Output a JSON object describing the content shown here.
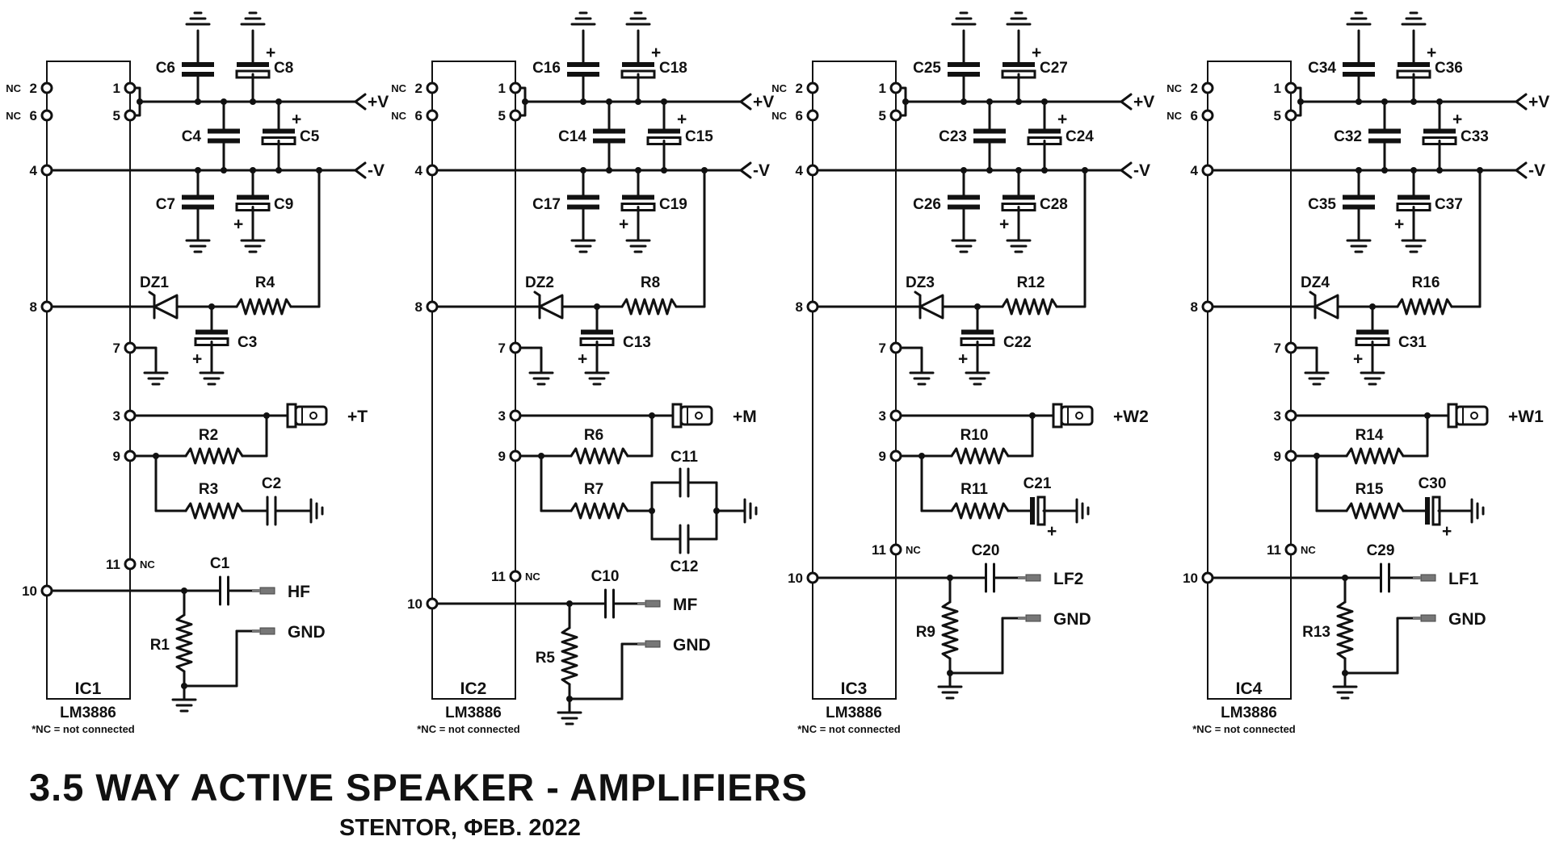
{
  "title": "3.5 WAY ACTIVE SPEAKER - AMPLIFIERS",
  "subtitle": "STENTOR, ΦEB. 2022",
  "ic_part": "LM3886",
  "nc_note": "*NC = not connected",
  "nc": "NC",
  "rails": {
    "pos": "+V",
    "neg": "-V"
  },
  "amplifiers": [
    {
      "ic": "IC1",
      "cap_top_l": "C6",
      "cap_top_r": "C8",
      "cap_mid_l": "C4",
      "cap_mid_r": "C5",
      "cap_bot_l": "C7",
      "cap_bot_r": "C9",
      "zener": "DZ1",
      "r_fb_bias": "R4",
      "cap_bias": "C3",
      "out": "+T",
      "r_fb": "R2",
      "r_gain": "R3",
      "cap_gain": "C2",
      "cap_in": "C1",
      "r_in": "R1",
      "input": "HF",
      "gnd": "GND"
    },
    {
      "ic": "IC2",
      "cap_top_l": "C16",
      "cap_top_r": "C18",
      "cap_mid_l": "C14",
      "cap_mid_r": "C15",
      "cap_bot_l": "C17",
      "cap_bot_r": "C19",
      "zener": "DZ2",
      "r_fb_bias": "R8",
      "cap_bias": "C13",
      "out": "+M",
      "r_fb": "R6",
      "r_gain": "R7",
      "cap_gain": "C11",
      "cap_gain2": "C12",
      "cap_in": "C10",
      "r_in": "R5",
      "input": "MF",
      "gnd": "GND"
    },
    {
      "ic": "IC3",
      "cap_top_l": "C25",
      "cap_top_r": "C27",
      "cap_mid_l": "C23",
      "cap_mid_r": "C24",
      "cap_bot_l": "C26",
      "cap_bot_r": "C28",
      "zener": "DZ3",
      "r_fb_bias": "R12",
      "cap_bias": "C22",
      "out": "+W2",
      "r_fb": "R10",
      "r_gain": "R11",
      "cap_gain": "C21",
      "cap_in": "C20",
      "r_in": "R9",
      "input": "LF2",
      "gnd": "GND"
    },
    {
      "ic": "IC4",
      "cap_top_l": "C34",
      "cap_top_r": "C36",
      "cap_mid_l": "C32",
      "cap_mid_r": "C33",
      "cap_bot_l": "C35",
      "cap_bot_r": "C37",
      "zener": "DZ4",
      "r_fb_bias": "R16",
      "cap_bias": "C31",
      "out": "+W1",
      "r_fb": "R14",
      "r_gain": "R15",
      "cap_gain": "C30",
      "cap_in": "C29",
      "r_in": "R13",
      "input": "LF1",
      "gnd": "GND"
    }
  ]
}
